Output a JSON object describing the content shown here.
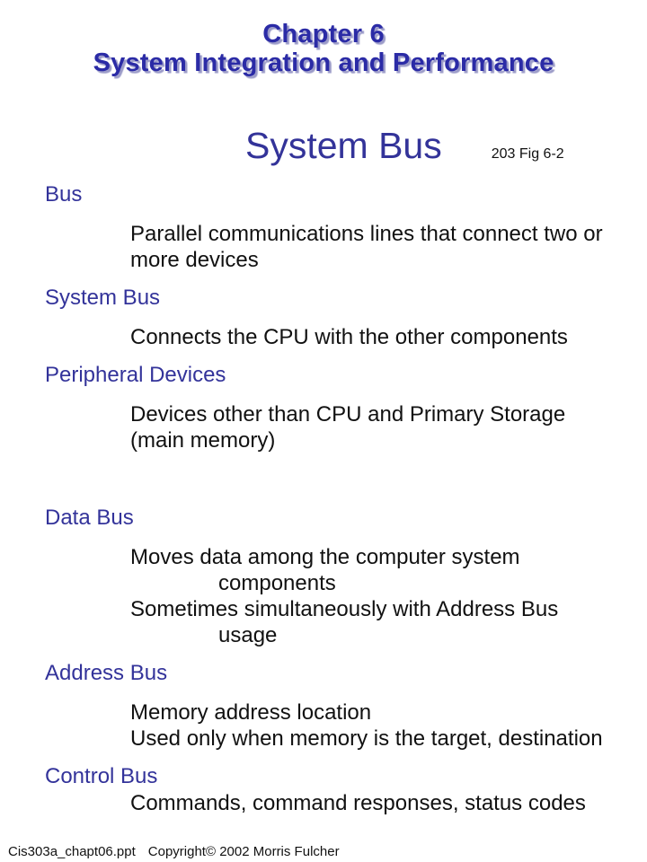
{
  "slide": {
    "title": {
      "line1": "Chapter 6",
      "line2": "System Integration and Performance"
    },
    "heading": "System Bus",
    "figure_reference": "203 Fig 6-2",
    "sections": [
      {
        "term": "Bus",
        "lines": [
          "Parallel communications lines that connect two or",
          "more devices"
        ]
      },
      {
        "term": "System Bus",
        "lines": [
          "Connects the CPU with the other components"
        ]
      },
      {
        "term": "Peripheral Devices",
        "lines": [
          "Devices other than CPU and Primary Storage",
          "(main memory)"
        ]
      },
      {
        "term": "Data Bus",
        "lines": [
          "Moves data among the computer system",
          "components",
          "Sometimes simultaneously with Address Bus",
          "usage"
        ]
      },
      {
        "term": "Address Bus",
        "lines": [
          "Memory address location",
          "Used only when memory is the target, destination"
        ]
      },
      {
        "term": "Control Bus",
        "lines": [
          "Commands, command responses, status codes"
        ]
      }
    ],
    "footer": {
      "filename": "Cis303a_chapt06.ppt",
      "copyright": "Copyright© 2002 Morris Fulcher"
    }
  },
  "colors": {
    "title_blue": "#2b2ba6",
    "title_shadow": "#9b9bc8",
    "heading_blue": "#333399",
    "term_blue": "#33339a",
    "body_text": "#111111",
    "background": "#ffffff"
  }
}
